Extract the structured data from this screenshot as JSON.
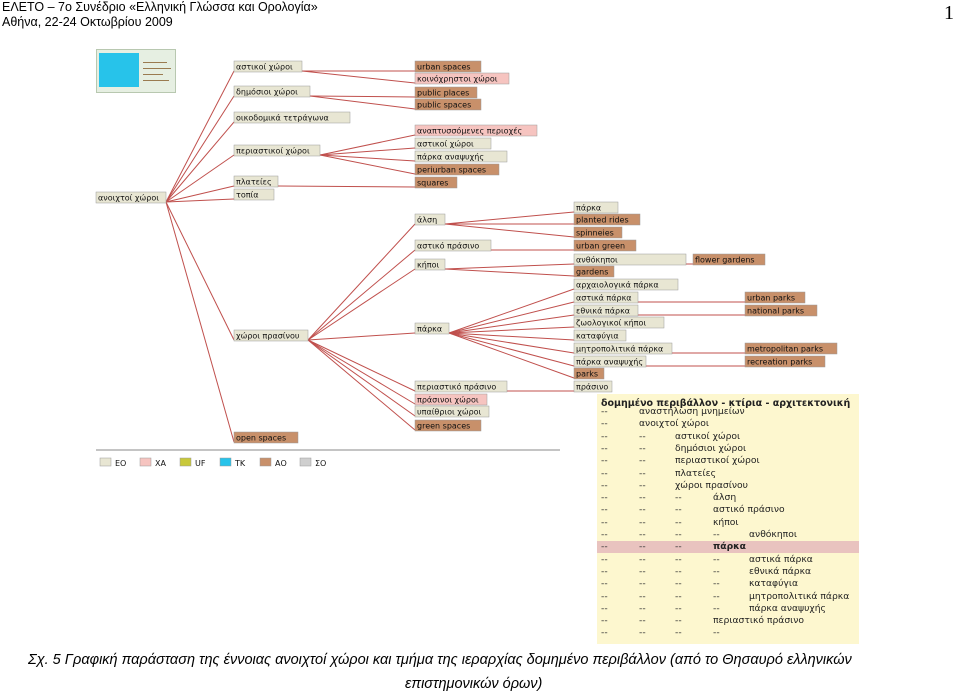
{
  "header": {
    "line1": "ΕΛΕΤΟ – 7ο Συνέδριο «Ελληνική Γλώσσα και Ορολογία»",
    "line2": "Αθήνα, 22-24 Οκτωβρίου 2009",
    "page_number": "1"
  },
  "colors": {
    "EO": "#e8e6d3",
    "XA": "#f6c4c0",
    "UF": "#c8c83a",
    "TK": "#27c3ea",
    "AO": "#c8906a",
    "SO": "#cfcfcf",
    "line": "#c0504d",
    "table_bg": "#fdf7cf"
  },
  "diagram": {
    "root": {
      "label": "ανοιχτοί χώροι",
      "type": "EO"
    },
    "nodes": [
      {
        "id": "n1",
        "label": "αστικοί χώροι",
        "type": "EO"
      },
      {
        "id": "n2",
        "label": "δημόσιοι χώροι",
        "type": "EO"
      },
      {
        "id": "n3",
        "label": "οικοδομικά τετράγωνα",
        "type": "EO"
      },
      {
        "id": "n4",
        "label": "περιαστικοί χώροι",
        "type": "EO"
      },
      {
        "id": "n5",
        "label": "πλατείες",
        "type": "EO"
      },
      {
        "id": "n6",
        "label": "τοπία",
        "type": "EO"
      },
      {
        "id": "n7",
        "label": "χώροι πρασίνου",
        "type": "EO"
      },
      {
        "id": "n8",
        "label": "open spaces",
        "type": "AO"
      },
      {
        "id": "n1a",
        "label": "urban spaces",
        "type": "AO"
      },
      {
        "id": "n1b",
        "label": "κοινόχρηστοι χώροι",
        "type": "XA"
      },
      {
        "id": "n2a",
        "label": "public places",
        "type": "AO"
      },
      {
        "id": "n2b",
        "label": "public spaces",
        "type": "AO"
      },
      {
        "id": "n4a",
        "label": "αναπτυσσόμενες περιοχές",
        "type": "XA"
      },
      {
        "id": "n4b",
        "label": "αστικοί χώροι",
        "type": "EO"
      },
      {
        "id": "n4c",
        "label": "πάρκα αναψυχής",
        "type": "EO"
      },
      {
        "id": "n4d",
        "label": "periurban spaces",
        "type": "AO"
      },
      {
        "id": "n5a",
        "label": "squares",
        "type": "AO"
      },
      {
        "id": "g1",
        "label": "άλση",
        "type": "EO"
      },
      {
        "id": "g2",
        "label": "αστικό πράσινο",
        "type": "EO"
      },
      {
        "id": "g3",
        "label": "κήποι",
        "type": "EO"
      },
      {
        "id": "g4",
        "label": "πάρκα",
        "type": "EO"
      },
      {
        "id": "g5",
        "label": "περιαστικό πράσινο",
        "type": "EO"
      },
      {
        "id": "g6",
        "label": "πράσινοι χώροι",
        "type": "XA"
      },
      {
        "id": "g7",
        "label": "υπαίθριοι χώροι",
        "type": "EO"
      },
      {
        "id": "g8",
        "label": "green spaces",
        "type": "AO"
      },
      {
        "id": "g1a",
        "label": "πάρκα",
        "type": "EO"
      },
      {
        "id": "g1b",
        "label": "planted rides",
        "type": "AO"
      },
      {
        "id": "g1c",
        "label": "spinneies",
        "type": "AO"
      },
      {
        "id": "g2a",
        "label": "urban green",
        "type": "AO"
      },
      {
        "id": "g3a",
        "label": "ανθόκηποι",
        "type": "EO"
      },
      {
        "id": "g3b",
        "label": "gardens",
        "type": "AO"
      },
      {
        "id": "g4a",
        "label": "αρχαιολογικά πάρκα",
        "type": "EO"
      },
      {
        "id": "g4b",
        "label": "αστικά πάρκα",
        "type": "EO"
      },
      {
        "id": "g4c",
        "label": "εθνικά πάρκα",
        "type": "EO"
      },
      {
        "id": "g4d",
        "label": "ζωολογικοί κήποι",
        "type": "EO"
      },
      {
        "id": "g4e",
        "label": "καταφύγια",
        "type": "EO"
      },
      {
        "id": "g4f",
        "label": "μητροπολιτικά πάρκα",
        "type": "EO"
      },
      {
        "id": "g4g",
        "label": "πάρκα αναψυχής",
        "type": "EO"
      },
      {
        "id": "g4h",
        "label": "parks",
        "type": "AO"
      },
      {
        "id": "g5a",
        "label": "πράσινο",
        "type": "EO"
      },
      {
        "id": "g3a1",
        "label": "flower gardens",
        "type": "AO"
      },
      {
        "id": "g4b1",
        "label": "urban parks",
        "type": "AO"
      },
      {
        "id": "g4c1",
        "label": "national parks",
        "type": "AO"
      },
      {
        "id": "g4f1",
        "label": "metropolitan parks",
        "type": "AO"
      },
      {
        "id": "g4g1",
        "label": "recreation parks",
        "type": "AO"
      }
    ],
    "legend": [
      {
        "code": "EO",
        "label": "ΕΟ"
      },
      {
        "code": "XA",
        "label": "ΧΑ"
      },
      {
        "code": "UF",
        "label": "UF"
      },
      {
        "code": "TK",
        "label": "ΤΚ"
      },
      {
        "code": "AO",
        "label": "ΑΟ"
      },
      {
        "code": "SO",
        "label": "ΣΟ"
      }
    ]
  },
  "table": {
    "title": "δομημένο περιβάλλον - κτίρια - αρχιτεκτονική",
    "rows": [
      {
        "level": 1,
        "text": "αναστήλωση μνημείων"
      },
      {
        "level": 1,
        "text": "ανοιχτοί χώροι"
      },
      {
        "level": 2,
        "text": "αστικοί χώροι"
      },
      {
        "level": 2,
        "text": "δημόσιοι χώροι"
      },
      {
        "level": 2,
        "text": "περιαστικοί χώροι"
      },
      {
        "level": 2,
        "text": "πλατείες"
      },
      {
        "level": 2,
        "text": "χώροι πρασίνου"
      },
      {
        "level": 3,
        "text": "άλση"
      },
      {
        "level": 3,
        "text": "αστικό πράσινο"
      },
      {
        "level": 3,
        "text": "κήποι"
      },
      {
        "level": 4,
        "text": "ανθόκηποι"
      },
      {
        "level": 3,
        "text": "πάρκα",
        "highlight": true
      },
      {
        "level": 4,
        "text": "αστικά πάρκα"
      },
      {
        "level": 4,
        "text": "εθνικά πάρκα"
      },
      {
        "level": 4,
        "text": "καταφύγια"
      },
      {
        "level": 4,
        "text": "μητροπολιτικά πάρκα"
      },
      {
        "level": 4,
        "text": "πάρκα αναψυχής"
      },
      {
        "level": 3,
        "text": "περιαστικό πράσινο"
      },
      {
        "level": 4,
        "text": ""
      }
    ]
  },
  "caption": {
    "line1": "Σχ. 5  Γραφική παράσταση της έννοιας ανοιχτοί χώροι και τμήμα της ιεραρχίας  δομημένο περιβάλλον (από το Θησαυρό ελληνικών",
    "line2": "επιστημονικών όρων)"
  }
}
